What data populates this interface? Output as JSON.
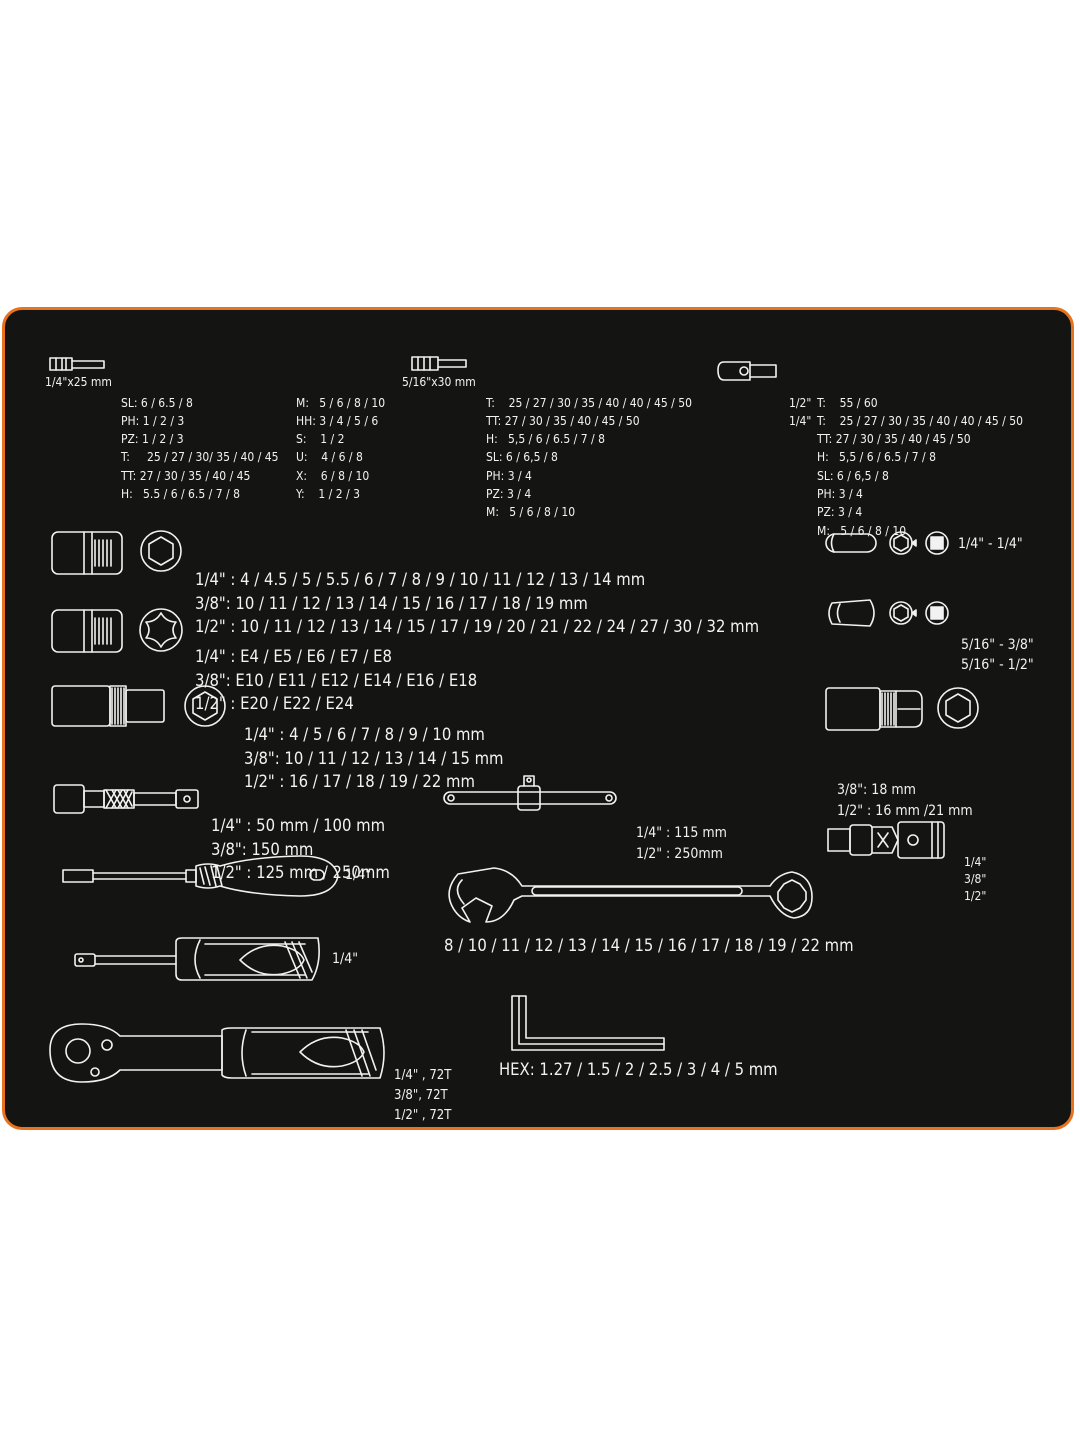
{
  "colors": {
    "panel": "#141513",
    "border": "#e8731f",
    "line": "#f2f2f2"
  },
  "bits_25": {
    "size": "1/4\"x25 mm",
    "col1": [
      "SL: 6 / 6.5 / 8",
      "PH: 1 / 2 / 3",
      "PZ: 1 / 2 / 3",
      "T:     25 / 27 / 30/ 35 / 40 / 45",
      "TT: 27 / 30 / 35 / 40 / 45",
      "H:   5.5 / 6 / 6.5 / 7 / 8"
    ],
    "col2": [
      "M:   5 / 6 / 8 / 10",
      "HH: 3 / 4 / 5 / 6",
      "S:    1 / 2",
      "U:    4 / 6 / 8",
      "X:    6 / 8 / 10",
      "Y:    1 / 2 / 3"
    ]
  },
  "bits_30": {
    "size": "5/16\"x30 mm",
    "lines": [
      "T:    25 / 27 / 30 / 35 / 40 / 40 / 45 / 50",
      "TT: 27 / 30 / 35 / 40 / 45 / 50",
      "H:   5,5 / 6 / 6.5 / 7 / 8",
      "SL: 6 / 6,5 / 8",
      "PH: 3 / 4",
      "PZ: 3 / 4",
      "M:   5 / 6 / 8 / 10"
    ]
  },
  "bit_sockets": {
    "drives": [
      "1/2\"",
      "1/4\""
    ],
    "lines": [
      "T:    55 / 60",
      "T:    25 / 27 / 30 / 35 / 40 / 40 / 45 / 50",
      "TT: 27 / 30 / 35 / 40 / 45 / 50",
      "H:   5,5 / 6 / 6.5 / 7 / 8",
      "SL: 6 / 6,5 / 8",
      "PH: 3 / 4",
      "PZ: 3 / 4",
      "M:   5 / 6 / 8 / 10"
    ]
  },
  "hex_sockets": [
    "1/4\" : 4 / 4.5 / 5 / 5.5 / 6 / 7 / 8 / 9 / 10 / 11 / 12 / 13 / 14 mm",
    "3/8\": 10 / 11 / 12 / 13 / 14 / 15 / 16 / 17 / 18 / 19 mm",
    "1/2\" : 10 / 11 / 12 / 13 / 14 / 15 / 17 / 19 / 20 / 21 / 22 / 24 / 27 / 30 / 32 mm"
  ],
  "torx_sockets": [
    "1/4\" : E4 / E5 / E6 / E7 / E8",
    "3/8\": E10 / E11 / E12 / E14 / E16 / E18",
    "1/2\" : E20 / E22 / E24"
  ],
  "deep_sockets": [
    "1/4\" : 4 / 5 / 6 / 7 / 8 / 9 / 10 mm",
    "3/8\": 10 / 11 / 12 / 13 / 14 / 15 mm",
    "1/2\" : 16 / 17 / 18 / 19 / 22 mm"
  ],
  "extensions": [
    "1/4\" : 50 mm / 100 mm",
    "3/8\": 150 mm",
    "1/2\" : 125 mm / 250mm"
  ],
  "t_handle": [
    "1/4\" : 115 mm",
    "1/2\" : 250mm"
  ],
  "bit_driver": "1/4\"",
  "spinner": "1/4\"",
  "ratchet": [
    "1/4\" , 72T",
    "3/8\", 72T",
    "1/2\" , 72T"
  ],
  "wrenches": "8 / 10 / 11 / 12 / 13 / 14 / 15 / 16 / 17 / 18 / 19 / 22 mm",
  "hex_keys": "HEX: 1.27 / 1.5 / 2 / 2.5 / 3 / 4 / 5 mm",
  "adapter_1": "1/4\" - 1/4\"",
  "adapter_2": [
    "5/16\" - 3/8\"",
    "5/16\" - 1/2\""
  ],
  "spark_plug": [
    "3/8\": 18 mm",
    "1/2\" : 16 mm /21 mm"
  ],
  "universal_joint": [
    "1/4\"",
    "3/8\"",
    "1/2\""
  ]
}
